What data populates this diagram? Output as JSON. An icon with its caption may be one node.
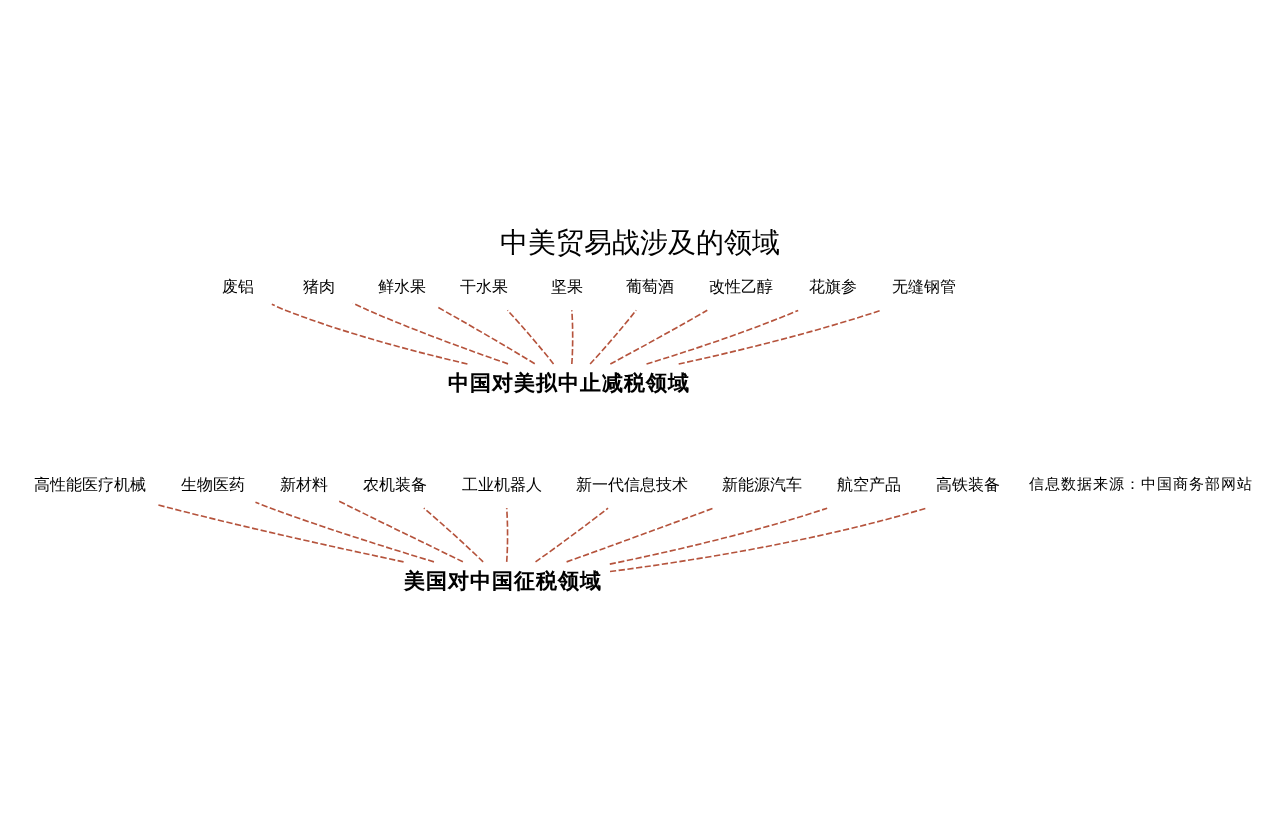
{
  "diagram": {
    "title": "中美贸易战涉及的领域",
    "nodes": [
      {
        "text": [
          "中国对美拟中止减税领域"
        ]
      },
      {
        "text": [
          "废铝"
        ]
      },
      {
        "text": [
          "猪肉"
        ]
      },
      {
        "text": [
          "鲜水果"
        ]
      },
      {
        "text": [
          "干水果"
        ]
      },
      {
        "text": [
          "坚果"
        ]
      },
      {
        "text": [
          "葡萄酒"
        ]
      },
      {
        "text": [
          "改性乙醇"
        ]
      },
      {
        "text": [
          "花旗参"
        ]
      },
      {
        "text": [
          "无缝钢管"
        ]
      },
      {
        "text": [
          "高性能医疗机械"
        ]
      },
      {
        "text": [
          "生物医药"
        ]
      },
      {
        "text": [
          "新材料"
        ]
      },
      {
        "text": [
          "农机装备"
        ]
      },
      {
        "text": [
          "工业机器人"
        ]
      },
      {
        "text": [
          "新一代信息技术"
        ]
      },
      {
        "text": [
          "新能源汽车"
        ]
      },
      {
        "text": [
          "航空产品"
        ]
      },
      {
        "text": [
          "高铁装备"
        ]
      },
      {
        "text": [
          "美国对中国征税领域"
        ]
      }
    ],
    "edges": [
      {
        "from": 0,
        "to": 1,
        "arrow": "none",
        "style": "dashed"
      },
      {
        "from": 0,
        "to": 2,
        "arrow": "none",
        "style": "dashed"
      },
      {
        "from": 0,
        "to": 3,
        "arrow": "none",
        "style": "dashed"
      },
      {
        "from": 0,
        "to": 4,
        "arrow": "none",
        "style": "dashed"
      },
      {
        "from": 0,
        "to": 5,
        "arrow": "none",
        "style": "dashed"
      },
      {
        "from": 0,
        "to": 6,
        "arrow": "none",
        "style": "dashed"
      },
      {
        "from": 0,
        "to": 7,
        "arrow": "none",
        "style": "dashed"
      },
      {
        "from": 0,
        "to": 8,
        "arrow": "none",
        "style": "dashed"
      },
      {
        "from": 0,
        "to": 9,
        "arrow": "none",
        "style": "dashed"
      },
      {
        "from": 19,
        "to": 10,
        "arrow": "none",
        "style": "dashed"
      },
      {
        "from": 19,
        "to": 11,
        "arrow": "none",
        "style": "dashed"
      },
      {
        "from": 19,
        "to": 12,
        "arrow": "none",
        "style": "dashed"
      },
      {
        "from": 19,
        "to": 13,
        "arrow": "none",
        "style": "dashed"
      },
      {
        "from": 19,
        "to": 14,
        "arrow": "none",
        "style": "dashed"
      },
      {
        "from": 19,
        "to": 15,
        "arrow": "none",
        "style": "dashed"
      },
      {
        "from": 19,
        "to": 16,
        "arrow": "none",
        "style": "dashed"
      },
      {
        "from": 19,
        "to": 17,
        "arrow": "none",
        "style": "dashed"
      },
      {
        "from": 19,
        "to": 18,
        "arrow": "none",
        "style": "dashed"
      }
    ],
    "labels": [
      "信息数据来源：中国商务部网站"
    ]
  }
}
